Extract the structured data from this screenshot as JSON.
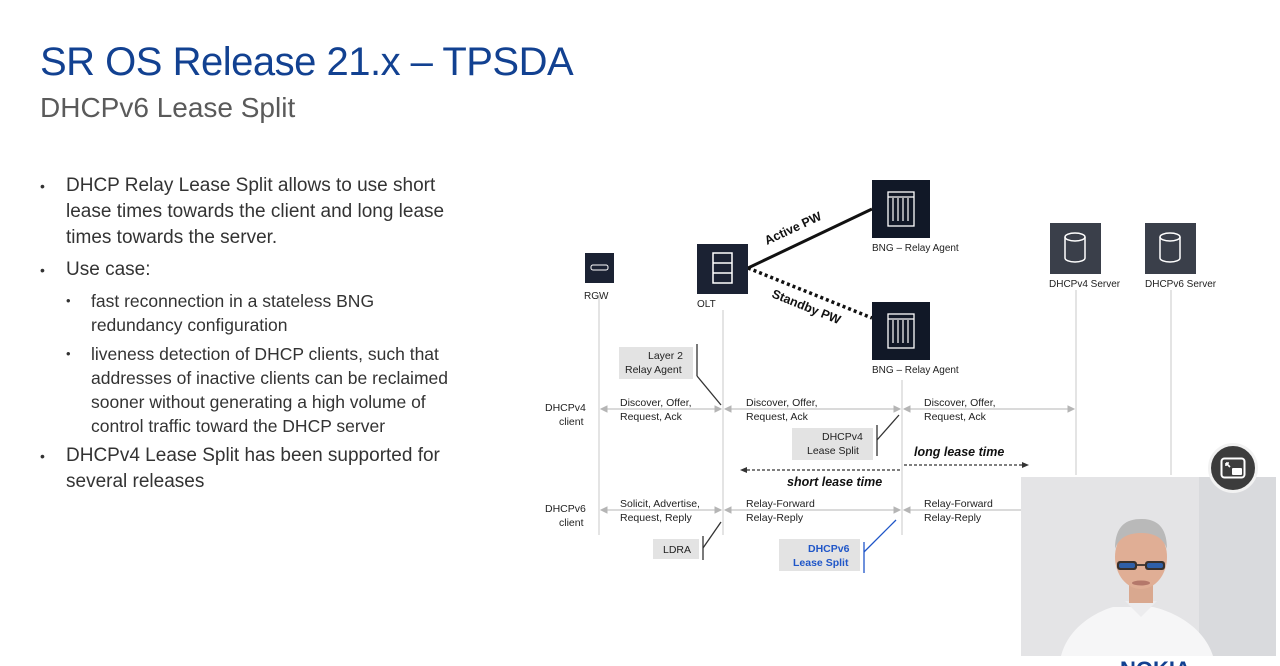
{
  "slide": {
    "title": "SR OS Release 21.x – TPSDA",
    "subtitle": "DHCPv6 Lease Split"
  },
  "bullets": [
    "DHCP Relay Lease Split allows to use short lease times towards the client and long lease times towards the server.",
    "Use case:",
    "fast reconnection in a stateless BNG redundancy configuration",
    "liveness detection of DHCP clients, such that addresses of inactive clients can be reclaimed sooner without generating a high volume of control traffic toward the DHCP server",
    "DHCPv4 Lease Split has been supported for several releases"
  ],
  "diagram": {
    "nodes": {
      "rgw": "RGW",
      "olt": "OLT",
      "bng_active": "BNG – Relay Agent",
      "bng_standby": "BNG – Relay Agent",
      "dhcpv4_server": "DHCPv4 Server",
      "dhcpv6_server": "DHCPv6 Server"
    },
    "pw": {
      "active": "Active PW",
      "standby": "Standby PW"
    },
    "clients": {
      "v4_line1": "DHCPv4",
      "v4_line2": "client",
      "v6_line1": "DHCPv6",
      "v6_line2": "client"
    },
    "msgs": {
      "v4_seg1_l1": "Discover, Offer,",
      "v4_seg1_l2": "Request, Ack",
      "v4_seg2_l1": "Discover, Offer,",
      "v4_seg2_l2": "Request, Ack",
      "v4_seg3_l1": "Discover, Offer,",
      "v4_seg3_l2": "Request, Ack",
      "v6_seg1_l1": "Solicit, Advertise,",
      "v6_seg1_l2": "Request, Reply",
      "v6_seg2_l1": "Relay-Forward",
      "v6_seg2_l2": "Relay-Reply",
      "v6_seg3_l1": "Relay-Forward",
      "v6_seg3_l2": "Relay-Reply"
    },
    "callouts": {
      "layer2_l1": "Layer 2",
      "layer2_l2": "Relay Agent",
      "v4split_l1": "DHCPv4",
      "v4split_l2": "Lease Split",
      "ldra": "LDRA",
      "v6split_l1": "DHCPv6",
      "v6split_l2": "Lease Split"
    },
    "timers": {
      "long": "long lease time",
      "short": "short lease time"
    }
  },
  "logo_text": "NOKIA",
  "colors": {
    "brand": "#124191",
    "node_fill": "#1b2233",
    "callout_bg": "#e3e3e3",
    "highlight_text": "#1f56c8"
  }
}
